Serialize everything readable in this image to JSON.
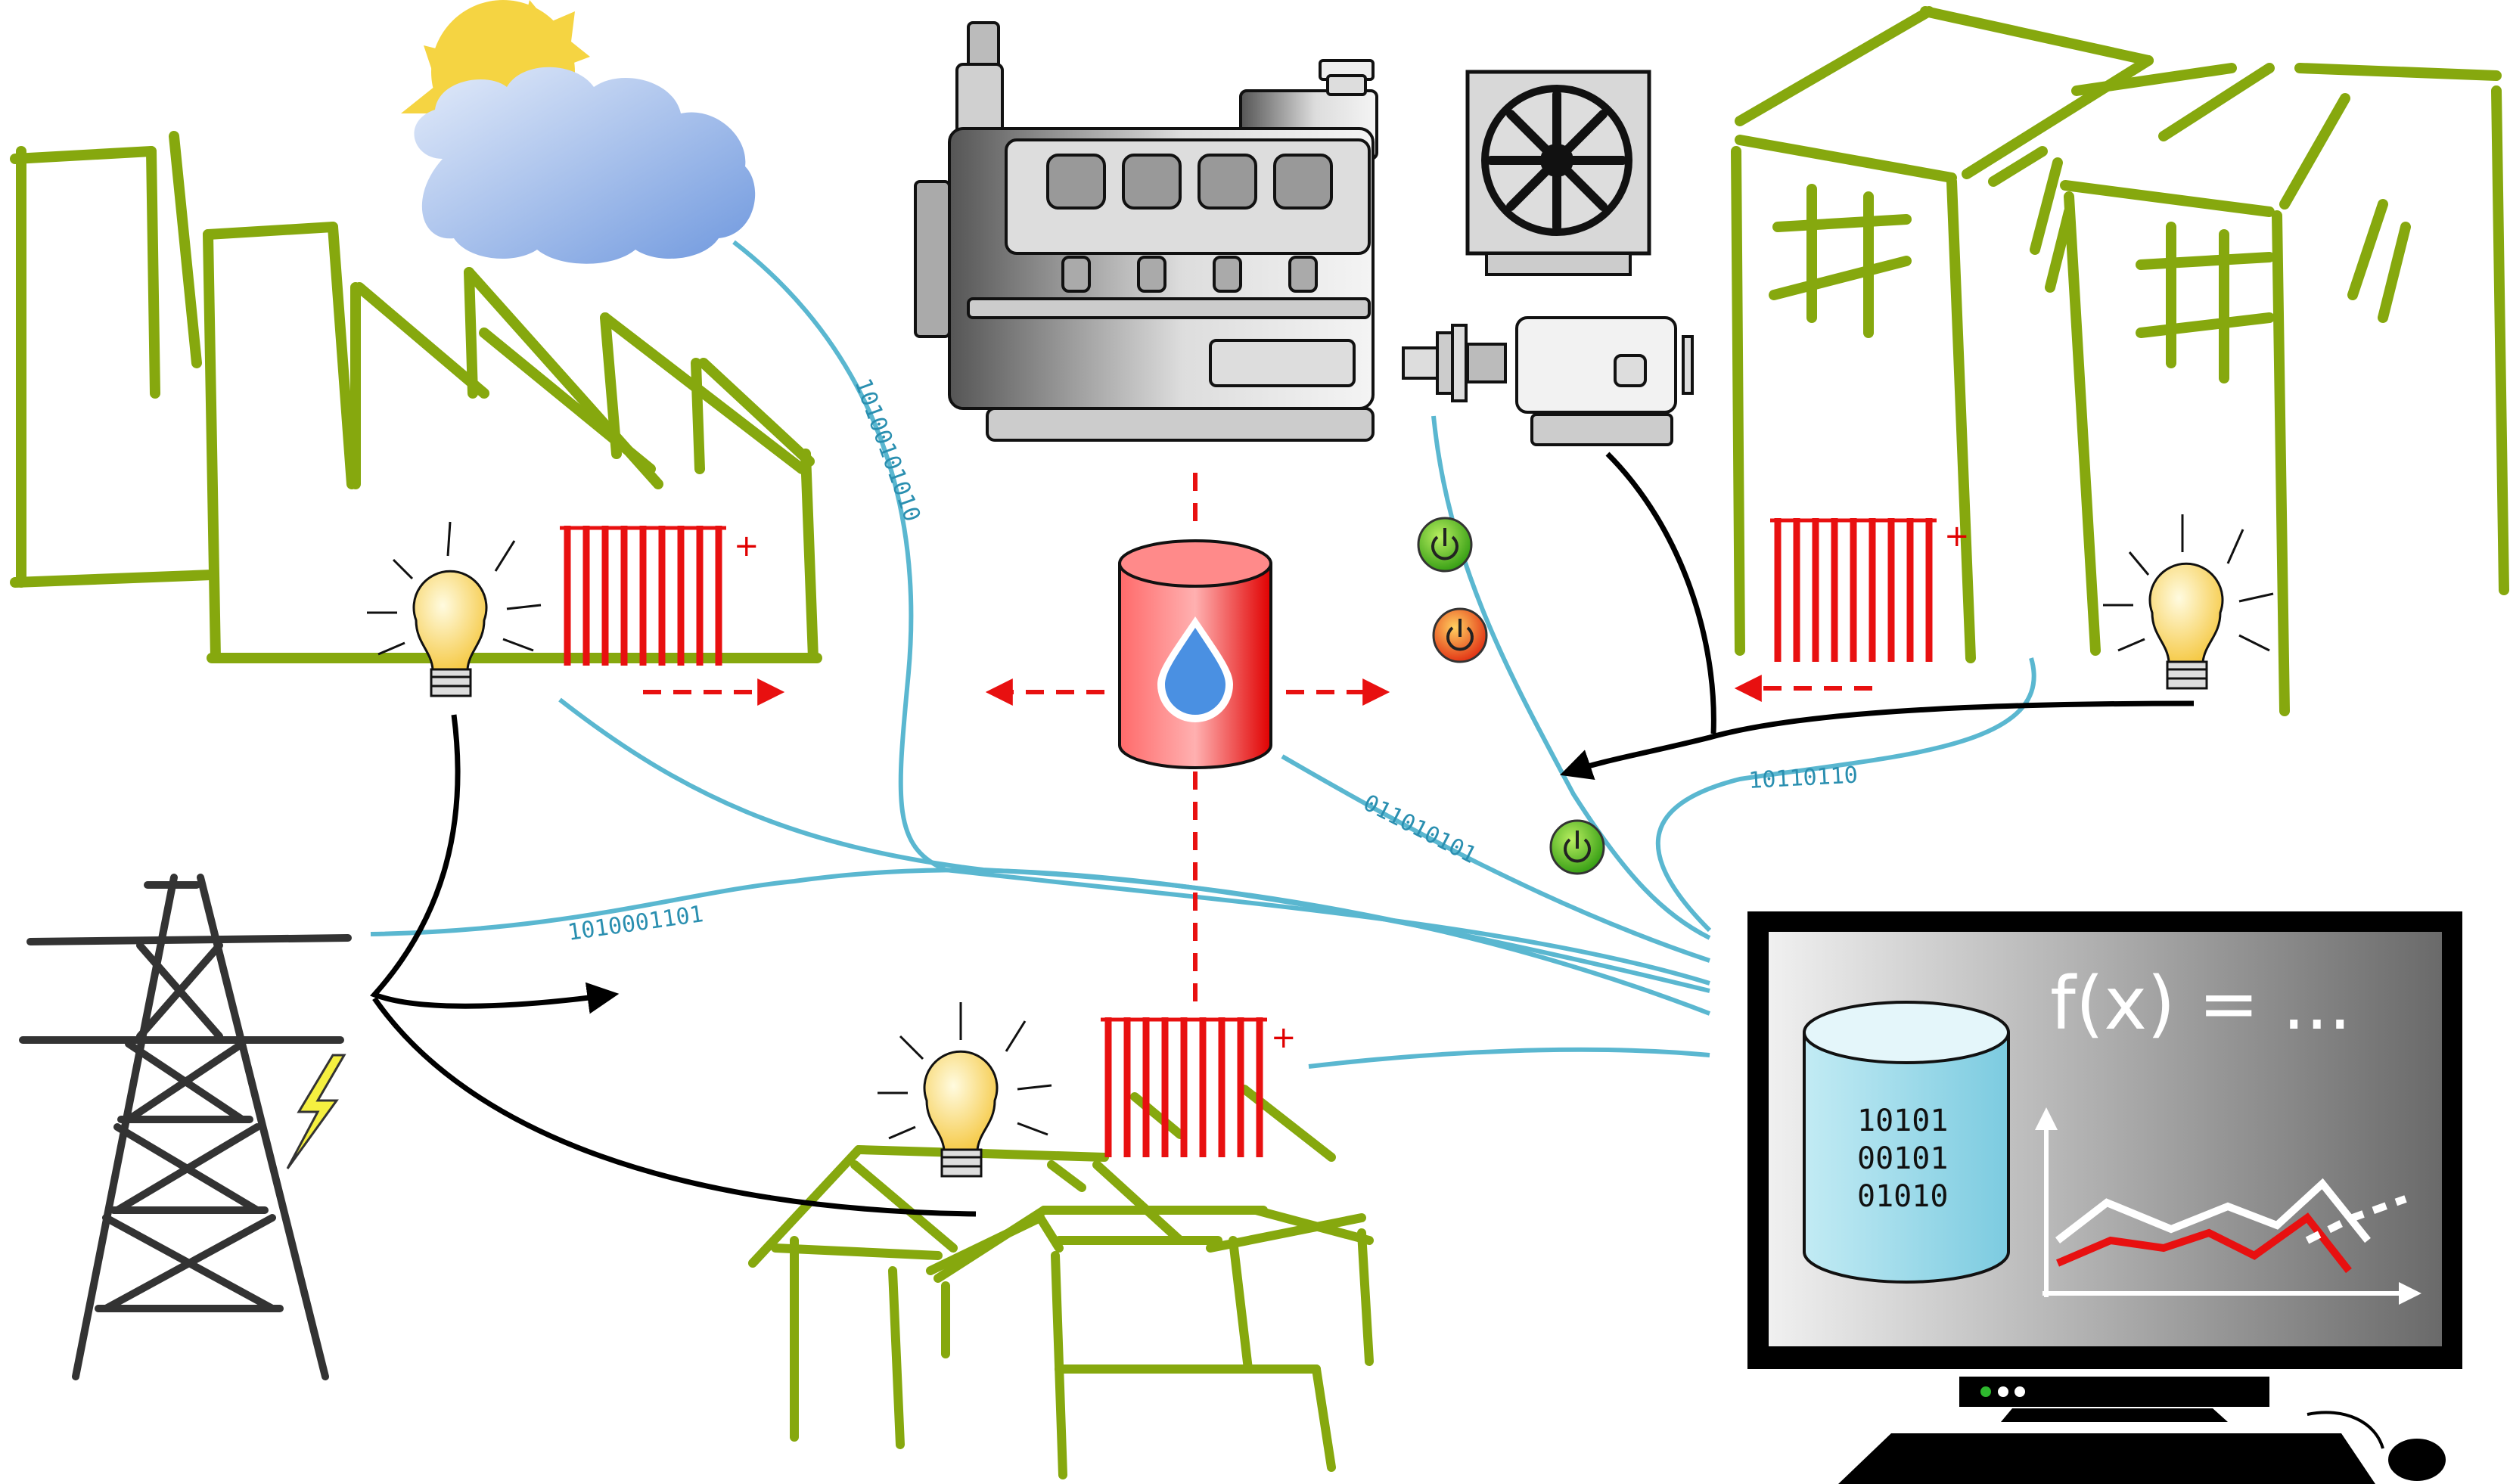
{
  "labels": {
    "binary_weather": "10100101010",
    "binary_grid": "1010001101",
    "binary_tank": "011010101",
    "binary_office": "10110110",
    "plus_factory": "+",
    "plus_office": "+",
    "plus_house": "+",
    "formula": "f(x) = ...",
    "db_line1": "10101",
    "db_line2": "00101",
    "db_line3": "01010"
  },
  "colors": {
    "building": "#86a80e",
    "data_line": "#5ab7d0",
    "heater": "#e81010",
    "power_line": "#000000",
    "status_on": "#3aa616",
    "status_off": "#e03a10",
    "tank": "#e40000",
    "bulb": "#f7d14a"
  },
  "icons": {
    "weather": "sun-cloud-icon",
    "engine": "chp-engine-icon",
    "cooler": "fan-cooler-icon",
    "tank": "thermal-storage-tank-icon",
    "pylon": "power-pylon-icon",
    "monitor": "control-computer-icon"
  }
}
